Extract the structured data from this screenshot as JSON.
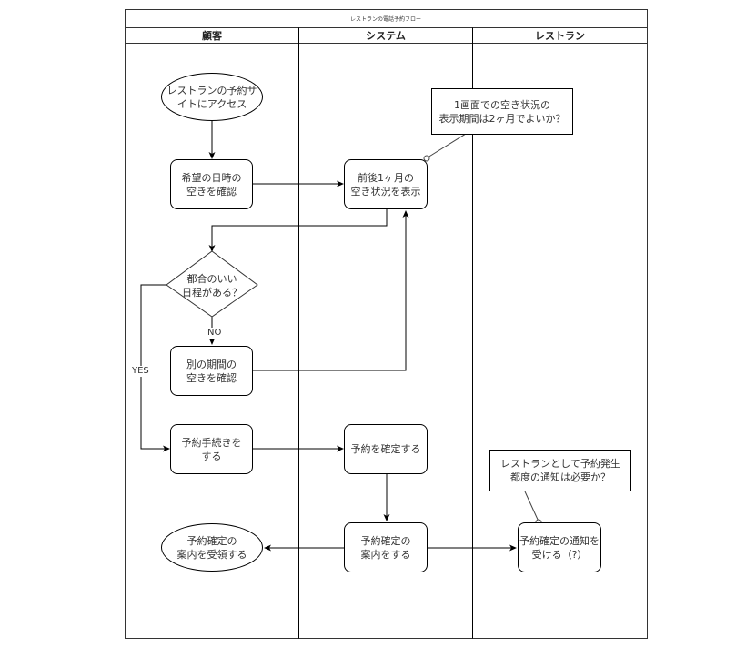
{
  "pool": {
    "title": "レストランの電話予約フロー",
    "lanes": [
      {
        "name": "顧客"
      },
      {
        "name": "システム"
      },
      {
        "name": "レストラン"
      }
    ]
  },
  "nodes": {
    "access_site": {
      "shape": "ellipse",
      "lane": "顧客",
      "text": "レストランの予約サ\nイトにアクセス"
    },
    "check_desired": {
      "shape": "rounded-rect",
      "lane": "顧客",
      "text": "希望の日時の\n空きを確認"
    },
    "good_date": {
      "shape": "diamond",
      "lane": "顧客",
      "text": "都合のいい\n日程がある？"
    },
    "check_other": {
      "shape": "rounded-rect",
      "lane": "顧客",
      "text": "別の期間の\n空きを確認"
    },
    "do_booking": {
      "shape": "rounded-rect",
      "lane": "顧客",
      "text": "予約手続きを\nする"
    },
    "receive_confirm": {
      "shape": "ellipse",
      "lane": "顧客",
      "text": "予約確定の\n案内を受領する"
    },
    "show_availability": {
      "shape": "rounded-rect",
      "lane": "システム",
      "text": "前後1ヶ月の\n空き状況を表示"
    },
    "confirm_booking": {
      "shape": "rounded-rect",
      "lane": "システム",
      "text": "予約を確定する"
    },
    "send_confirm": {
      "shape": "rounded-rect",
      "lane": "システム",
      "text": "予約確定の\n案内をする"
    },
    "receive_notice": {
      "shape": "rounded-rect",
      "lane": "レストラン",
      "text": "予約確定の通知を\n受ける（?）"
    }
  },
  "notes": {
    "display_period": {
      "text": "1画面での空き状況の\n表示期間は2ヶ月でよいか？",
      "attached_to": "show_availability"
    },
    "notify_each": {
      "text": "レストランとして予約発生\n都度の通知は必要か？",
      "attached_to": "receive_notice"
    }
  },
  "edges": [
    {
      "from": "access_site",
      "to": "check_desired",
      "label": ""
    },
    {
      "from": "check_desired",
      "to": "show_availability",
      "label": ""
    },
    {
      "from": "show_availability",
      "to": "good_date",
      "label": ""
    },
    {
      "from": "good_date",
      "to": "check_other",
      "label": "NO"
    },
    {
      "from": "good_date",
      "to": "do_booking",
      "label": "YES"
    },
    {
      "from": "check_other",
      "to": "show_availability",
      "label": ""
    },
    {
      "from": "do_booking",
      "to": "confirm_booking",
      "label": ""
    },
    {
      "from": "confirm_booking",
      "to": "send_confirm",
      "label": ""
    },
    {
      "from": "send_confirm",
      "to": "receive_confirm",
      "label": ""
    },
    {
      "from": "send_confirm",
      "to": "receive_notice",
      "label": ""
    }
  ],
  "edge_labels": {
    "no": "NO",
    "yes": "YES"
  }
}
